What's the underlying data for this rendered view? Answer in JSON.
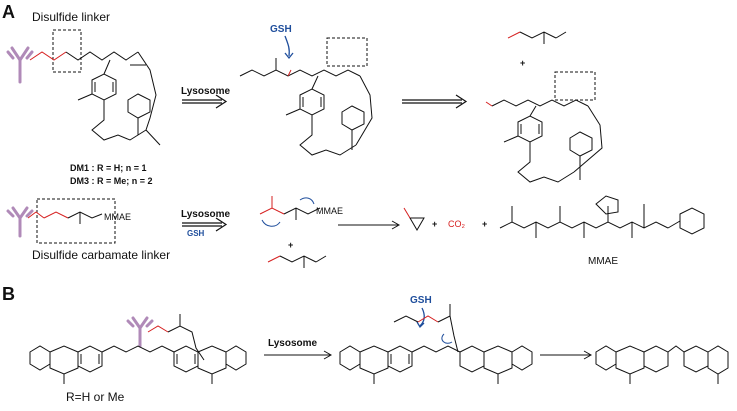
{
  "panel_a": {
    "label": "A",
    "disulfide_linker": "Disulfide linker",
    "lysosome_1": "Lysosome",
    "gsh_1": "GSH",
    "dm1": "DM1 : R = H;  n = 1",
    "dm3": "DM3 : R = Me; n = 2",
    "lysosome_2": "Lysosome",
    "gsh_2": "GSH",
    "mmae_in_linker": "MMAE",
    "mmae_released": "MMAE",
    "mmae_name": "MMAE",
    "carbamate_linker": "Disulfide carbamate linker",
    "co2": "CO₂",
    "plus": "+"
  },
  "panel_b": {
    "label": "B",
    "lysosome": "Lysosome",
    "gsh": "GSH",
    "r_def": "R=H or Me"
  },
  "colors": {
    "antibody": "#b08ab8",
    "sulfur": "#d62020",
    "gsh": "#1f4e9c",
    "line": "#111111"
  }
}
